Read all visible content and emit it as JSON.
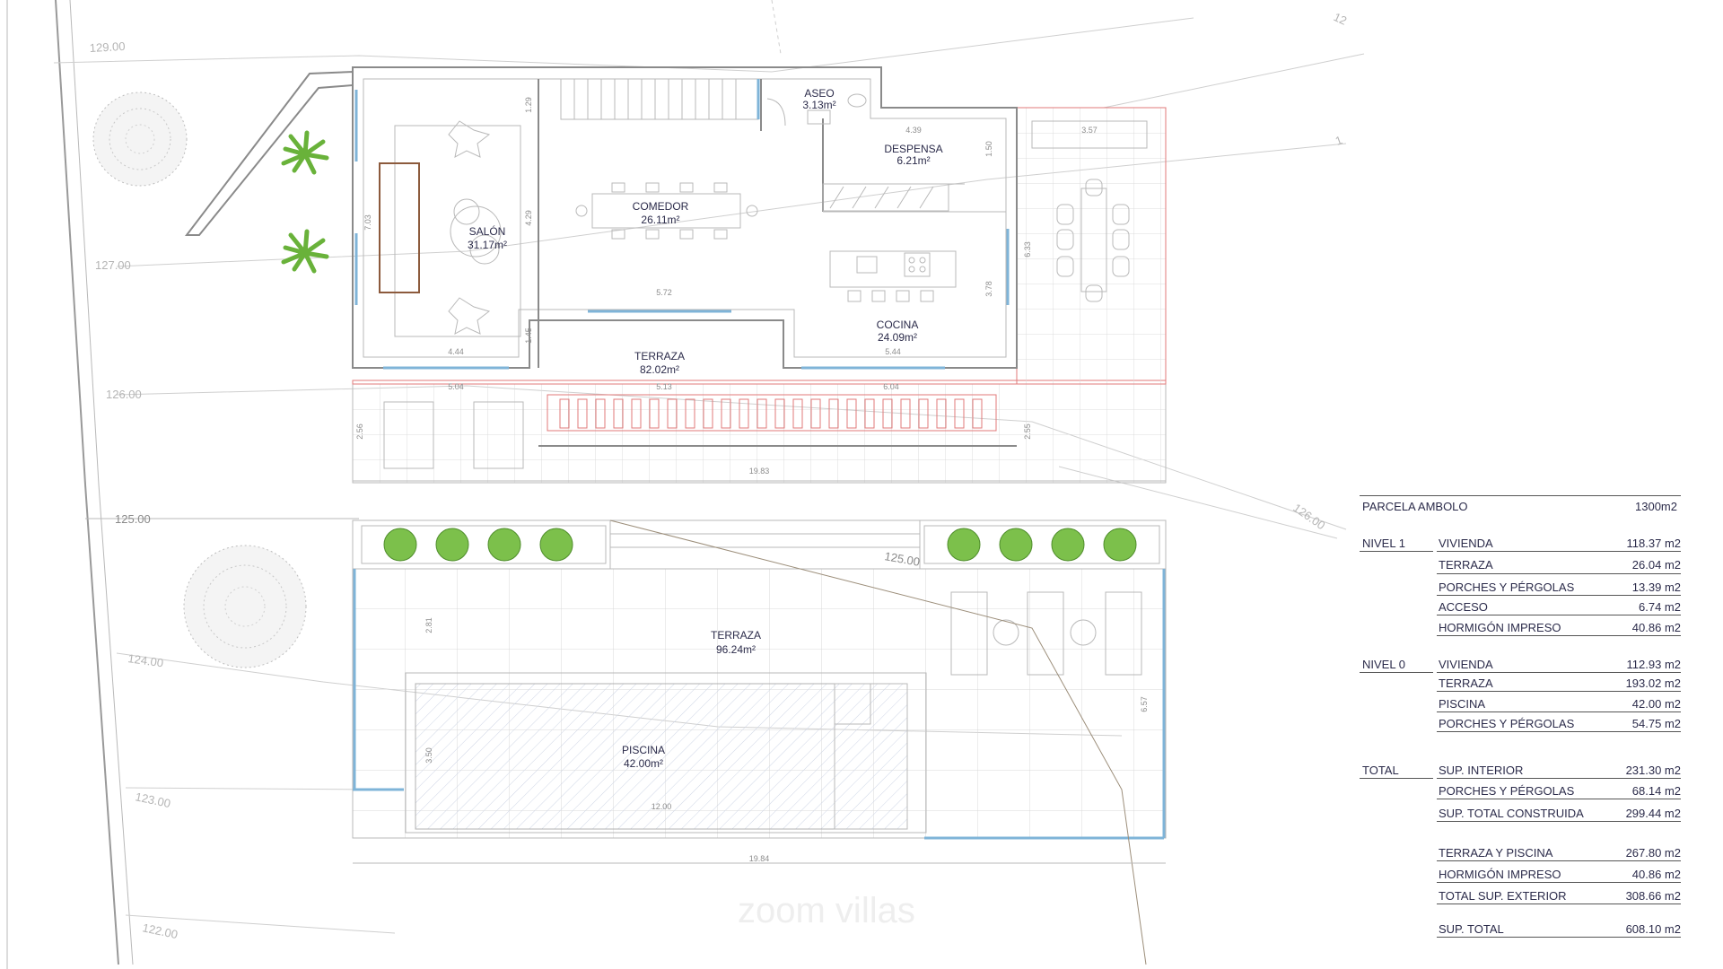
{
  "contour_levels": [
    "129.00",
    "127.00",
    "126.00",
    "125.00",
    "125.00",
    "124.00",
    "123.00",
    "122.00",
    "126.00",
    "1",
    "12"
  ],
  "rooms": [
    {
      "name": "SALÓN",
      "area": "31.17m²"
    },
    {
      "name": "COMEDOR",
      "area": "26.11m²"
    },
    {
      "name": "ASEO",
      "area": "3.13m²"
    },
    {
      "name": "DESPENSA",
      "area": "6.21m²"
    },
    {
      "name": "COCINA",
      "area": "24.09m²"
    },
    {
      "name": "TERRAZA",
      "area": "82.02m²"
    },
    {
      "name": "TERRAZA",
      "area": "96.24m²"
    },
    {
      "name": "PISCINA",
      "area": "42.00m²"
    }
  ],
  "dimensions": [
    "1.29",
    "4.29",
    "1.45",
    "7.03",
    "4.44",
    "5.04",
    "5.72",
    "5.13",
    "6.04",
    "5.44",
    "4.39",
    "1.50",
    "3.78",
    "6.33",
    "3.57",
    "2.56",
    "2.55",
    "19.83",
    "2.81",
    "3.50",
    "12.00",
    "6.57",
    "19.84"
  ],
  "watermark": "zoom villas",
  "area_table": {
    "parcel": {
      "label": "PARCELA AMBOLO",
      "value": "1300m2"
    },
    "groups": [
      {
        "level": "NIVEL 1",
        "rows": [
          {
            "name": "VIVIENDA",
            "value": "118.37 m2"
          },
          {
            "name": "TERRAZA",
            "value": "26.04 m2"
          },
          {
            "name": "PORCHES Y PÉRGOLAS",
            "value": "13.39 m2"
          },
          {
            "name": "ACCESO",
            "value": "6.74 m2"
          },
          {
            "name": "HORMIGÓN IMPRESO",
            "value": "40.86 m2"
          }
        ]
      },
      {
        "level": "NIVEL 0",
        "rows": [
          {
            "name": "VIVIENDA",
            "value": "112.93 m2"
          },
          {
            "name": "TERRAZA",
            "value": "193.02 m2"
          },
          {
            "name": "PISCINA",
            "value": "42.00 m2"
          },
          {
            "name": "PORCHES Y PÉRGOLAS",
            "value": "54.75 m2"
          }
        ]
      },
      {
        "level": "TOTAL",
        "rows": [
          {
            "name": "SUP. INTERIOR",
            "value": "231.30 m2"
          },
          {
            "name": "PORCHES Y PÉRGOLAS",
            "value": "68.14 m2"
          },
          {
            "name": "SUP. TOTAL CONSTRUIDA",
            "value": "299.44 m2"
          }
        ]
      },
      {
        "level": "",
        "rows": [
          {
            "name": "TERRAZA Y PISCINA",
            "value": "267.80 m2"
          },
          {
            "name": "HORMIGÓN IMPRESO",
            "value": "40.86 m2"
          },
          {
            "name": "TOTAL SUP. EXTERIOR",
            "value": "308.66 m2"
          }
        ]
      },
      {
        "level": "",
        "rows": [
          {
            "name": "SUP. TOTAL",
            "value": "608.10 m2"
          }
        ]
      }
    ]
  }
}
